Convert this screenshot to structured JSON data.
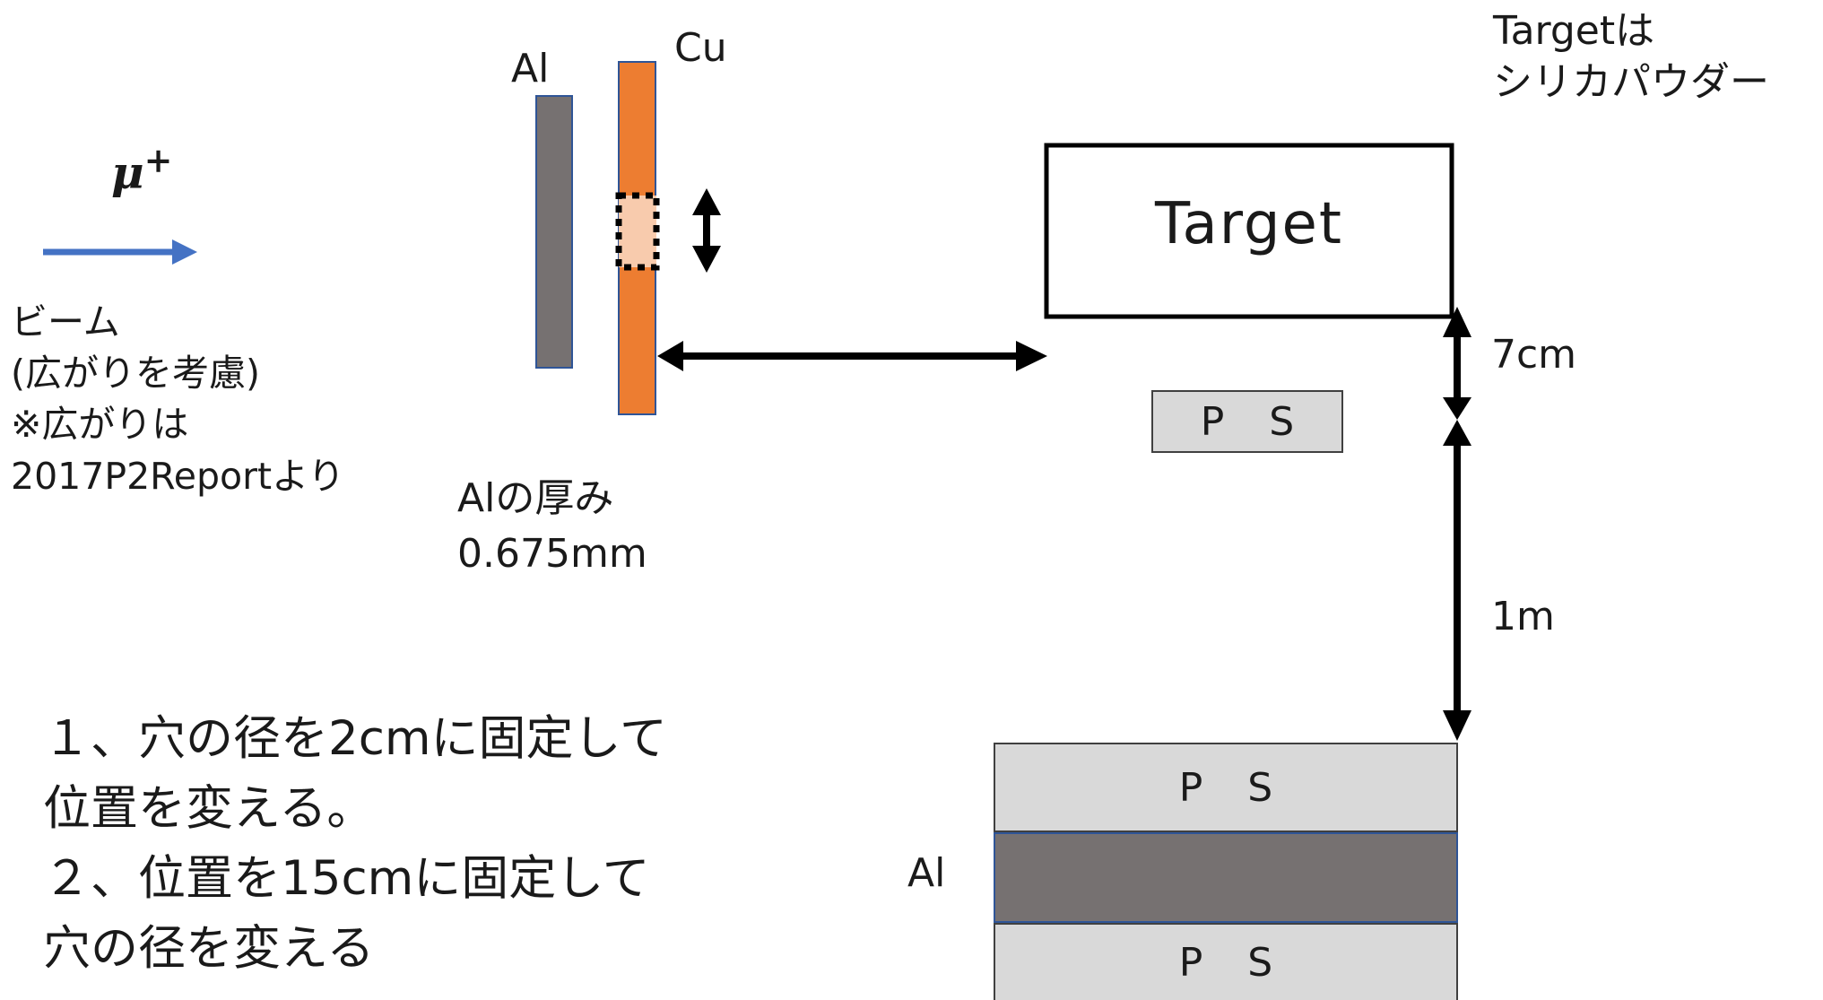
{
  "beam": {
    "particle": "μ",
    "particle_charge": "+",
    "caption_lines": [
      "ビーム",
      "(広がりを考慮)",
      "※広がりは",
      "2017P2Reportより"
    ],
    "arrow_color": "#4472C4"
  },
  "plates": {
    "al_label": "Al",
    "cu_label": "Cu",
    "al_color": "#767171",
    "cu_color": "#ED7D31",
    "hole_color": "#F8CBAD",
    "border_color": "#2F5597",
    "thickness_label": "Alの厚み",
    "thickness_value": "0.675mm"
  },
  "target": {
    "label": "Target",
    "note_lines": [
      "Targetは",
      "シリカパウダー"
    ]
  },
  "detectors": {
    "ps_top_label": "P S",
    "ps_upper_label": "P S",
    "al_label": "Al",
    "ps_lower_label": "P S",
    "ps_color": "#D9D9D9",
    "al_color": "#767171"
  },
  "distances": {
    "gap_small": "7cm",
    "gap_large": "1m"
  },
  "conditions": {
    "lines": [
      "１、穴の径を2cmに固定して",
      "位置を変える。",
      "２、位置を15cmに固定して",
      "穴の径を変える"
    ]
  }
}
